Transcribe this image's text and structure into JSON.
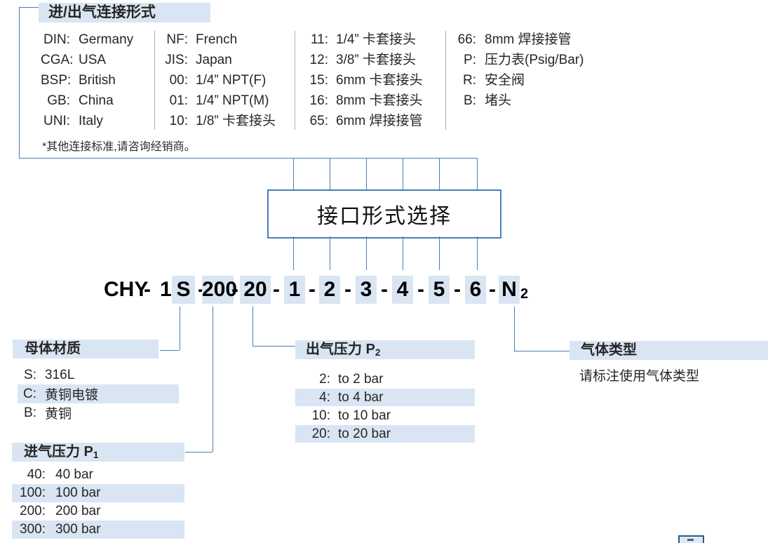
{
  "connection_section": {
    "header": "进/出气连接形式",
    "note": "*其他连接标准,请咨询经销商。",
    "columns": [
      {
        "items": [
          {
            "key": "DIN:",
            "value": "Germany"
          },
          {
            "key": "CGA:",
            "value": "USA"
          },
          {
            "key": "BSP:",
            "value": "British"
          },
          {
            "key": "GB:",
            "value": "China"
          },
          {
            "key": "UNI:",
            "value": "Italy"
          }
        ]
      },
      {
        "items": [
          {
            "key": "NF:",
            "value": "French"
          },
          {
            "key": "JIS:",
            "value": "Japan"
          },
          {
            "key": "00:",
            "value": "1/4” NPT(F)"
          },
          {
            "key": "01:",
            "value": "1/4” NPT(M)"
          },
          {
            "key": "10:",
            "value": "1/8”  卡套接头"
          }
        ]
      },
      {
        "items": [
          {
            "key": "11:",
            "value": "1/4”  卡套接头"
          },
          {
            "key": "12:",
            "value": "3/8”  卡套接头"
          },
          {
            "key": "15:",
            "value": "6mm 卡套接头"
          },
          {
            "key": "16:",
            "value": "8mm 卡套接头"
          },
          {
            "key": "65:",
            "value": "6mm 焊接接管"
          }
        ]
      },
      {
        "items": [
          {
            "key": "66:",
            "value": "8mm 焊接接管"
          },
          {
            "key": "P:",
            "value": "压力表(Psig/Bar)"
          },
          {
            "key": "R:",
            "value": "安全阀"
          },
          {
            "key": "B:",
            "value": "堵头"
          }
        ]
      }
    ]
  },
  "selector_box": {
    "label": "接口形式选择"
  },
  "code": {
    "tokens": [
      "CHY",
      "-",
      "1",
      "S",
      "-",
      "200",
      "-",
      "20",
      "-",
      "1",
      "-",
      "2",
      "-",
      "3",
      "-",
      "4",
      "-",
      "5",
      "-",
      "6",
      "-",
      "N"
    ],
    "subscript": "2"
  },
  "material_section": {
    "header": "母体材质",
    "items": [
      {
        "key": "S:",
        "value": "316L"
      },
      {
        "key": "C:",
        "value": "黄铜电镀"
      },
      {
        "key": "B:",
        "value": "黄铜"
      }
    ]
  },
  "inlet_section": {
    "header": "进气压力 P",
    "header_subscript": "1",
    "items": [
      {
        "key": "40:",
        "value": "40 bar"
      },
      {
        "key": "100:",
        "value": "100 bar"
      },
      {
        "key": "200:",
        "value": "200 bar"
      },
      {
        "key": "300:",
        "value": "300 bar"
      }
    ]
  },
  "outlet_section": {
    "header": "出气压力 P",
    "header_subscript": "2",
    "items": [
      {
        "key": "2:",
        "value": "to 2 bar"
      },
      {
        "key": "4:",
        "value": "to 4 bar"
      },
      {
        "key": "10:",
        "value": "to 10 bar"
      },
      {
        "key": "20:",
        "value": "to 20 bar"
      }
    ]
  },
  "gas_section": {
    "header": "气体类型",
    "note": "请标注使用气体类型"
  },
  "colors": {
    "highlight": "#d9e5f2",
    "line_blue": "#4f7cb4",
    "box_border": "#4a7ebb"
  }
}
